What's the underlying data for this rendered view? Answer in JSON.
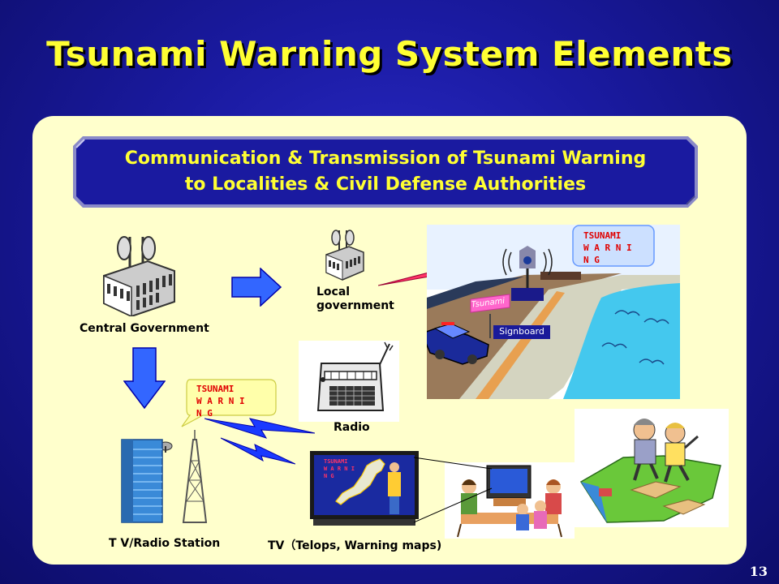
{
  "slide": {
    "title": "Tsunami Warning System Elements",
    "page_number": "13"
  },
  "banner": {
    "line1": "Communication & Transmission of Tsunami Warning",
    "line2": "to Localities & Civil Defense Authorities"
  },
  "labels": {
    "central_government": "Central Government",
    "local_government_line1": "Local",
    "local_government_line2": "government",
    "radio": "Radio",
    "tv_radio_station": "T V/Radio Station",
    "tv": "TV（Telops, Warning maps)",
    "signboard": "Signboard",
    "signboard_text": "Tsunami"
  },
  "warning_bubbles": {
    "coast": [
      "TSUNAMI",
      "W A R N I",
      "N G"
    ],
    "radio": [
      "TSUNAMI",
      "W A R N I",
      "N G"
    ],
    "tv_screen": [
      "TSUNAMI",
      "W A R N I",
      "N G"
    ]
  },
  "colors": {
    "background": "#1a1aa0",
    "title": "#ffff33",
    "panel": "#ffffcc",
    "banner": "#1a1aa0",
    "arrow_fill": "#3366ff",
    "warning_text": "#e00000",
    "lightning": "#ff3366"
  }
}
